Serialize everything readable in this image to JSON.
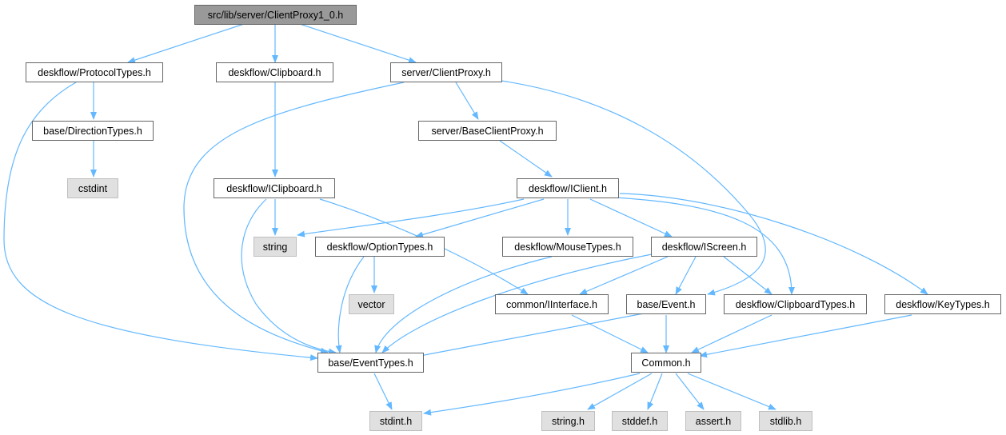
{
  "graph": {
    "edge_color": "#63b8ff",
    "root_fill": "#999999",
    "node_fill": "#ffffff",
    "system_fill": "#e0e0e0",
    "nodes": {
      "root": "src/lib/server/ClientProxy1_0.h",
      "protocol_types": "deskflow/ProtocolTypes.h",
      "clipboard": "deskflow/Clipboard.h",
      "client_proxy": "server/ClientProxy.h",
      "direction_types": "base/DirectionTypes.h",
      "base_client_proxy": "server/BaseClientProxy.h",
      "cstdint": "cstdint",
      "iclipboard": "deskflow/IClipboard.h",
      "iclient": "deskflow/IClient.h",
      "string": "string",
      "option_types": "deskflow/OptionTypes.h",
      "mouse_types": "deskflow/MouseTypes.h",
      "iscreen": "deskflow/IScreen.h",
      "vector": "vector",
      "iinterface": "common/IInterface.h",
      "event": "base/Event.h",
      "clipboard_types": "deskflow/ClipboardTypes.h",
      "key_types": "deskflow/KeyTypes.h",
      "event_types": "base/EventTypes.h",
      "common": "Common.h",
      "stdint": "stdint.h",
      "string_h": "string.h",
      "stddef": "stddef.h",
      "assert": "assert.h",
      "stdlib": "stdlib.h"
    }
  }
}
